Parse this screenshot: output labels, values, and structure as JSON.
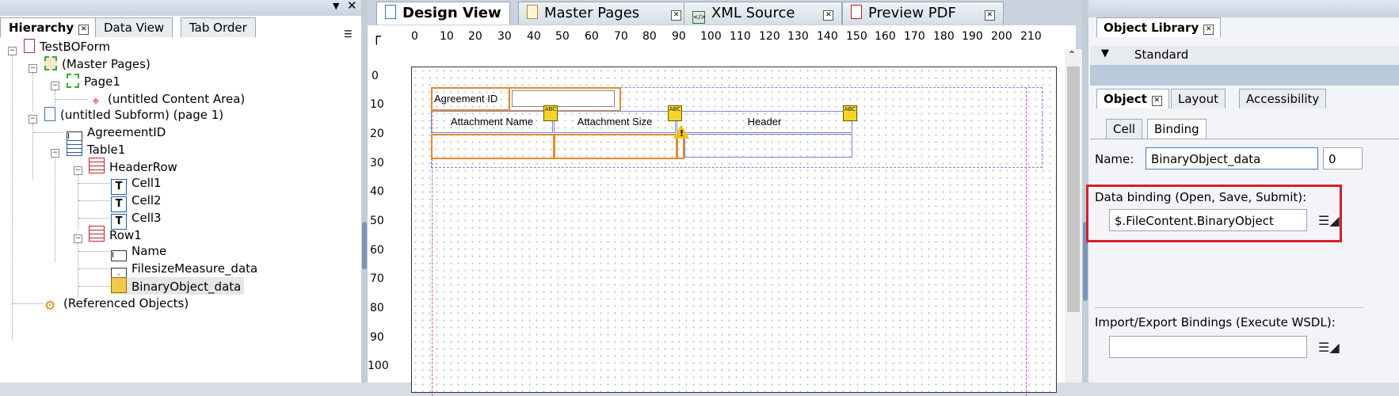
{
  "left_panel": {
    "tabs": [
      {
        "label": "Hierarchy"
      },
      {
        "label": "Data View"
      },
      {
        "label": "Tab Order"
      }
    ],
    "tree": [
      {
        "label": "TestBOForm"
      },
      {
        "label": "(Master Pages)"
      },
      {
        "label": "Page1"
      },
      {
        "label": "(untitled Content Area)"
      },
      {
        "label": "(untitled Subform) (page 1)"
      },
      {
        "label": "AgreementID"
      },
      {
        "label": "Table1"
      },
      {
        "label": "HeaderRow"
      },
      {
        "label": "Cell1"
      },
      {
        "label": "Cell2"
      },
      {
        "label": "Cell3"
      },
      {
        "label": "Row1"
      },
      {
        "label": "Name"
      },
      {
        "label": "FilesizeMeasure_data"
      },
      {
        "label": "BinaryObject_data"
      },
      {
        "label": "(Referenced Objects)"
      }
    ]
  },
  "center": {
    "tabs": [
      {
        "label": "Design View"
      },
      {
        "label": "Master Pages"
      },
      {
        "label": "XML Source"
      },
      {
        "label": "Preview PDF"
      }
    ],
    "ruler_h": [
      "0",
      "10",
      "20",
      "30",
      "40",
      "50",
      "60",
      "70",
      "80",
      "90",
      "100",
      "110",
      "120",
      "130",
      "140",
      "150",
      "160",
      "170",
      "180",
      "190",
      "200",
      "210"
    ],
    "ruler_v": [
      "0",
      "10",
      "20",
      "30",
      "40",
      "50",
      "60",
      "70",
      "80",
      "90",
      "100"
    ],
    "form": {
      "agreement_label": "Agreement ID",
      "col1": "Attachment Name",
      "col2": "Attachment Size",
      "col3": "Header",
      "badge_text": "ABC"
    }
  },
  "right_panel": {
    "library_title": "Object Library",
    "library_group": "Standard",
    "tabs": [
      {
        "label": "Object"
      },
      {
        "label": "Layout"
      },
      {
        "label": "Accessibility"
      }
    ],
    "subtabs": [
      {
        "label": "Cell"
      },
      {
        "label": "Binding"
      }
    ],
    "name_label": "Name:",
    "name_value": "BinaryObject_data",
    "name_index": "0",
    "data_binding_label": "Data binding (Open, Save, Submit):",
    "data_binding_value": "$.FileContent.BinaryObject",
    "import_export_label": "Import/Export Bindings (Execute WSDL):",
    "import_export_value": "",
    "highlight_color": "#d4202a"
  }
}
